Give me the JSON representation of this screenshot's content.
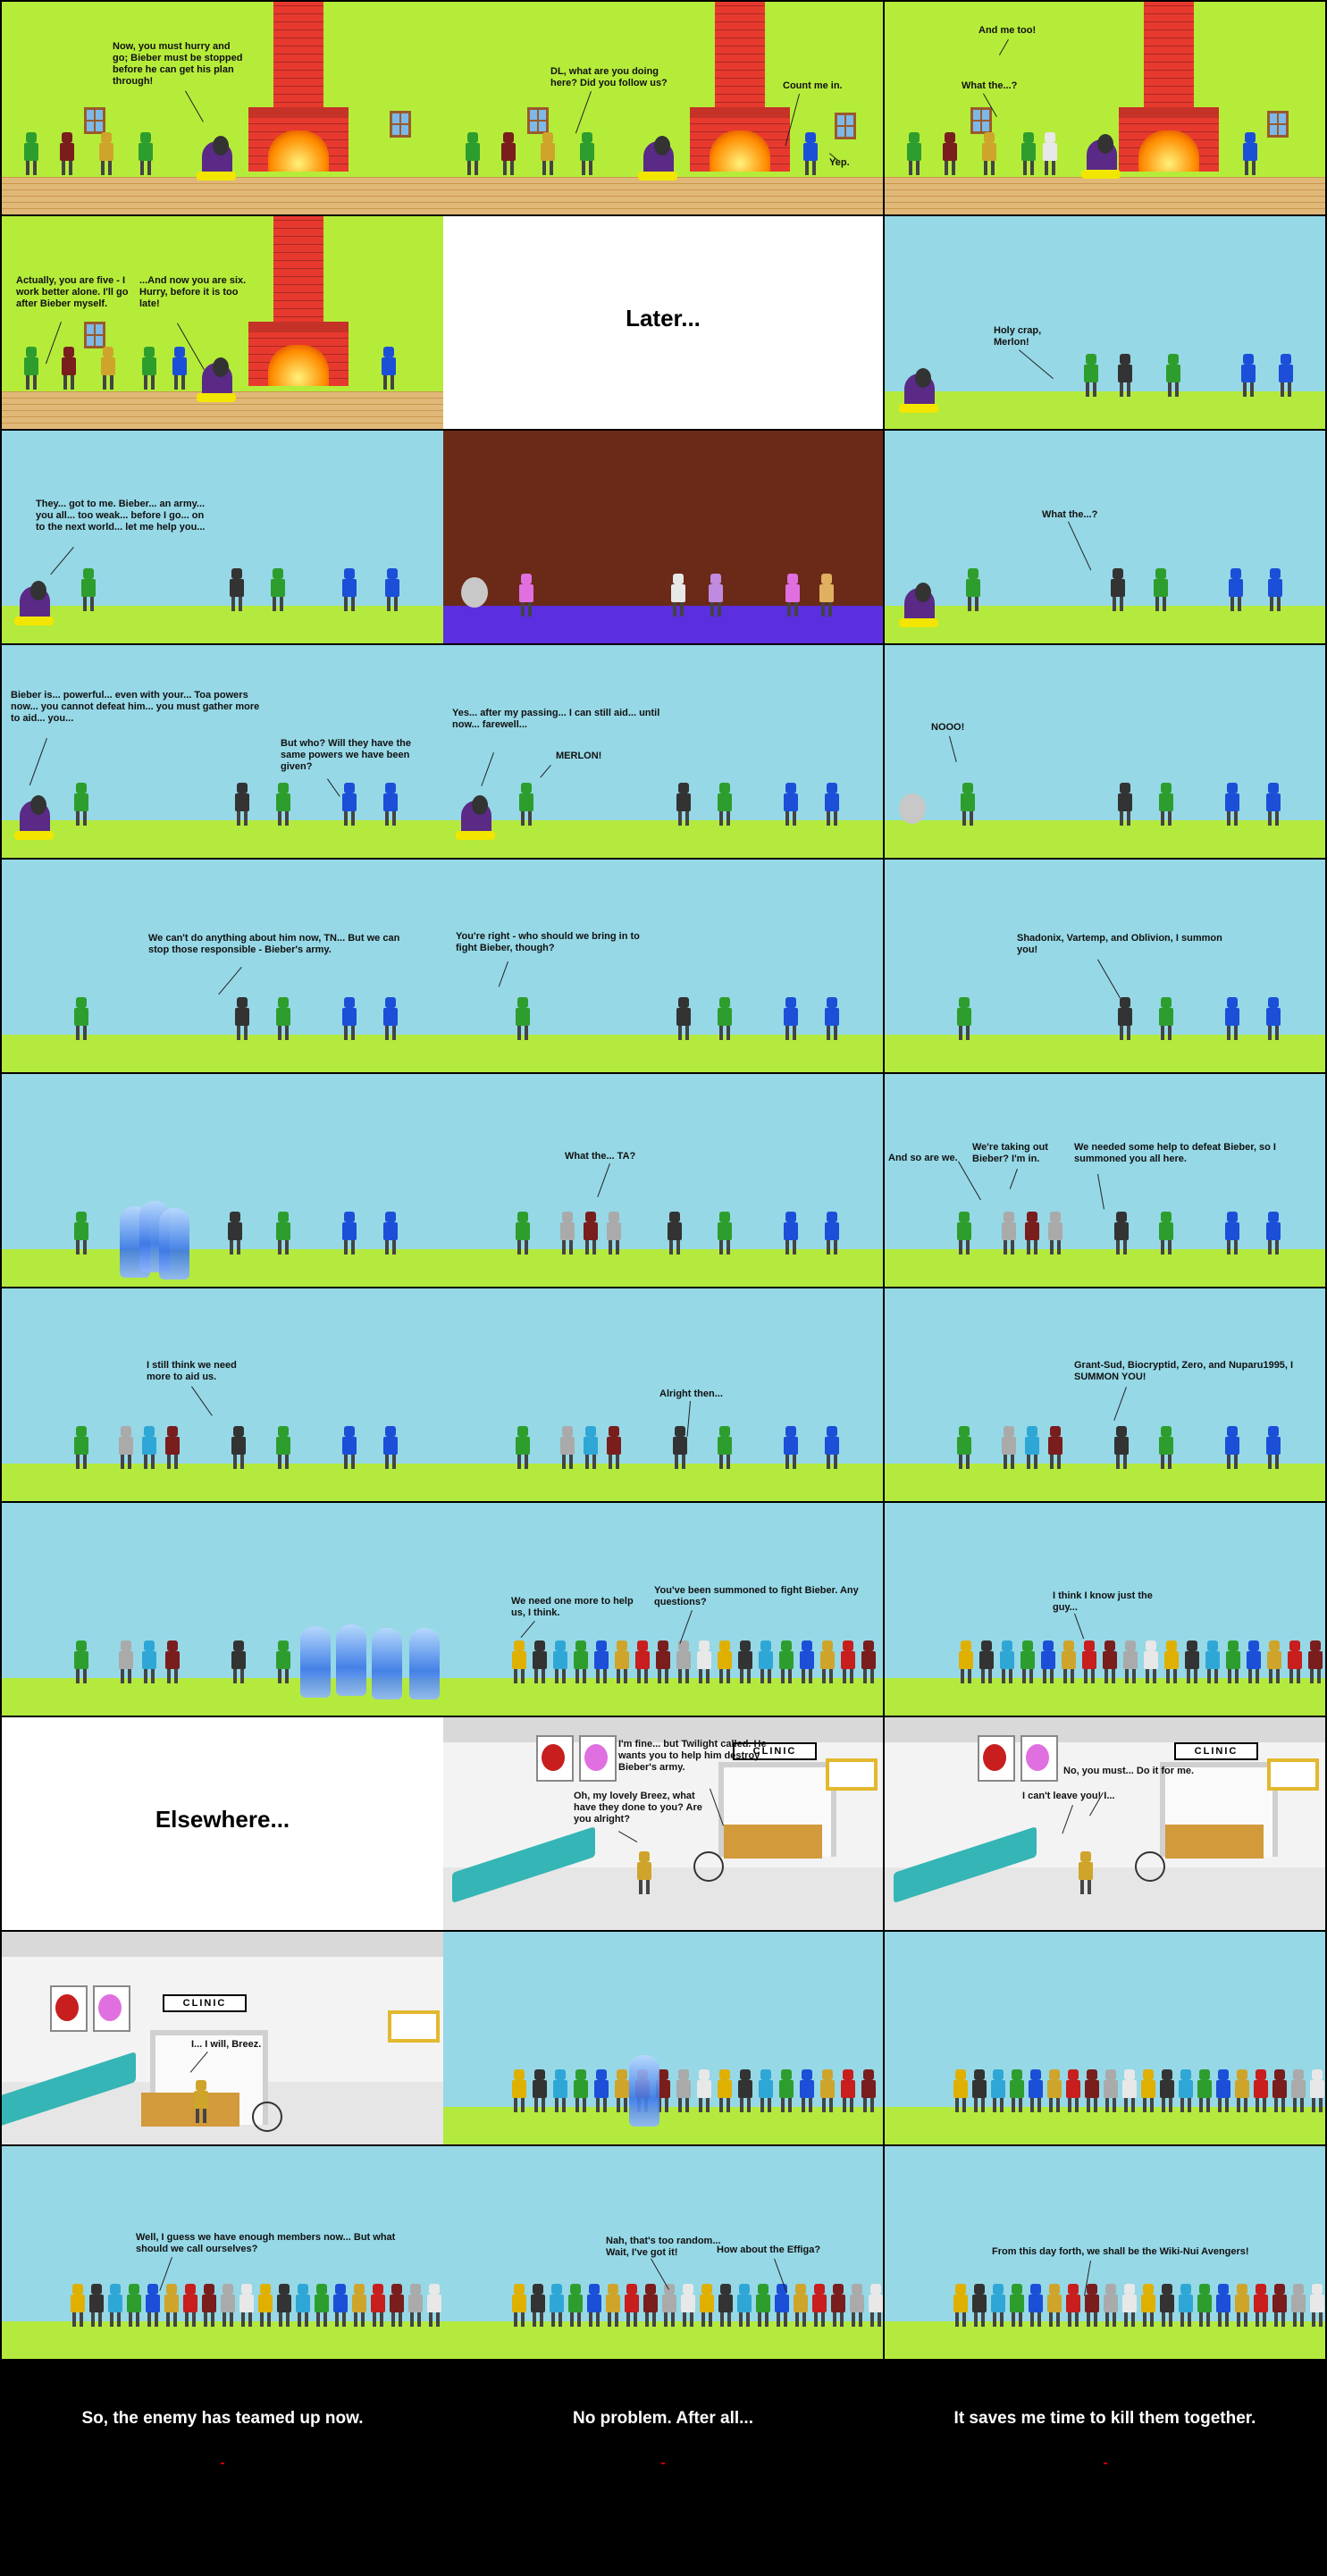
{
  "panels": [
    {
      "id": "p01",
      "bubbles": [
        {
          "text": "Now, you must hurry and go; Bieber must be stopped before he can get his plan through!"
        }
      ]
    },
    {
      "id": "p02",
      "bubbles": [
        {
          "text": "DL, what are you doing here? Did you follow us?"
        },
        {
          "text": "Count me in."
        },
        {
          "text": "Yep."
        }
      ]
    },
    {
      "id": "p03",
      "bubbles": [
        {
          "text": "And me too!"
        },
        {
          "text": "What the...?"
        }
      ]
    },
    {
      "id": "p04",
      "bubbles": [
        {
          "text": "Actually, you are five - I work better alone. I'll go after Bieber myself."
        },
        {
          "text": "...And now you are six. Hurry, before it is too late!"
        }
      ]
    },
    {
      "id": "p05",
      "caption": "Later..."
    },
    {
      "id": "p06",
      "bubbles": [
        {
          "text": "Holy crap, Merlon!"
        }
      ]
    },
    {
      "id": "p07",
      "bubbles": [
        {
          "text": "They... got to me. Bieber... an army... you all... too weak... before I go... on to the next world... let me help you..."
        }
      ]
    },
    {
      "id": "p08",
      "bubbles": []
    },
    {
      "id": "p09",
      "bubbles": [
        {
          "text": "What the...?"
        }
      ]
    },
    {
      "id": "p10",
      "bubbles": [
        {
          "text": "Bieber is... powerful... even with your... Toa powers now... you cannot defeat him... you must gather more to aid... you..."
        },
        {
          "text": "But who? Will they have the same powers we have been given?"
        }
      ]
    },
    {
      "id": "p11",
      "bubbles": [
        {
          "text": "Yes... after my passing... I can still aid... until now... farewell..."
        },
        {
          "text": "MERLON!"
        }
      ]
    },
    {
      "id": "p12",
      "bubbles": [
        {
          "text": "NOOO!"
        }
      ]
    },
    {
      "id": "p13",
      "bubbles": [
        {
          "text": "We can't do anything about him now, TN... But we can stop those responsible - Bieber's army."
        }
      ]
    },
    {
      "id": "p14",
      "bubbles": [
        {
          "text": "You're right - who should we bring in to fight Bieber, though?"
        }
      ]
    },
    {
      "id": "p15",
      "bubbles": [
        {
          "text": "Shadonix, Vartemp, and Oblivion, I summon you!"
        }
      ]
    },
    {
      "id": "p16",
      "bubbles": []
    },
    {
      "id": "p17",
      "bubbles": [
        {
          "text": "What the... TA?"
        }
      ]
    },
    {
      "id": "p18",
      "bubbles": [
        {
          "text": "And so are we."
        },
        {
          "text": "We're taking out Bieber? I'm in."
        },
        {
          "text": "We needed some help to defeat Bieber, so I summoned you all here."
        }
      ]
    },
    {
      "id": "p19",
      "bubbles": [
        {
          "text": "I still think we need more to aid us."
        }
      ]
    },
    {
      "id": "p20",
      "bubbles": [
        {
          "text": "Alright then..."
        }
      ]
    },
    {
      "id": "p21",
      "bubbles": [
        {
          "text": "Grant-Sud, Biocryptid, Zero, and Nuparu1995, I SUMMON YOU!"
        }
      ]
    },
    {
      "id": "p22",
      "bubbles": []
    },
    {
      "id": "p23",
      "bubbles": [
        {
          "text": "We need one more to help us, I think."
        },
        {
          "text": "You've been summoned to fight Bieber. Any questions?"
        }
      ]
    },
    {
      "id": "p24",
      "bubbles": [
        {
          "text": "I think I know just the guy..."
        }
      ]
    },
    {
      "id": "p25",
      "caption": "Elsewhere..."
    },
    {
      "id": "p26",
      "sign": "CLINIC",
      "bubbles": [
        {
          "text": "I'm fine... but Twilight called. He wants you to help him destroy Bieber's army."
        },
        {
          "text": "Oh, my lovely Breez, what have they done to you? Are you alright?"
        }
      ]
    },
    {
      "id": "p27",
      "sign": "CLINIC",
      "bubbles": [
        {
          "text": "No, you must... Do it for me."
        },
        {
          "text": "I can't leave you! I..."
        }
      ]
    },
    {
      "id": "p28",
      "sign": "CLINIC",
      "bubbles": [
        {
          "text": "I... I will, Breez."
        }
      ]
    },
    {
      "id": "p29",
      "bubbles": []
    },
    {
      "id": "p30",
      "bubbles": []
    },
    {
      "id": "p31",
      "bubbles": [
        {
          "text": "Well, I guess we have enough members now... But what should we call ourselves?"
        }
      ]
    },
    {
      "id": "p32",
      "bubbles": [
        {
          "text": "Nah, that's too random... Wait, I've got it!"
        },
        {
          "text": "How about the Effiga?"
        }
      ]
    },
    {
      "id": "p33",
      "bubbles": [
        {
          "text": "From this day forth, we shall be the Wiki-Nui Avengers!"
        }
      ]
    },
    {
      "id": "p34",
      "caption": "So, the enemy has teamed up now."
    },
    {
      "id": "p35",
      "caption": "No problem. After all..."
    },
    {
      "id": "p36",
      "caption": "It saves me time to kill them together."
    }
  ],
  "colors": {
    "sky": "#96d8e6",
    "grass": "#b3ea3d",
    "lime_wall": "#b5ec3a",
    "brick": "#e8392f",
    "dungeon": "#6a2a17",
    "dungeon_floor": "#5b2ee0"
  }
}
